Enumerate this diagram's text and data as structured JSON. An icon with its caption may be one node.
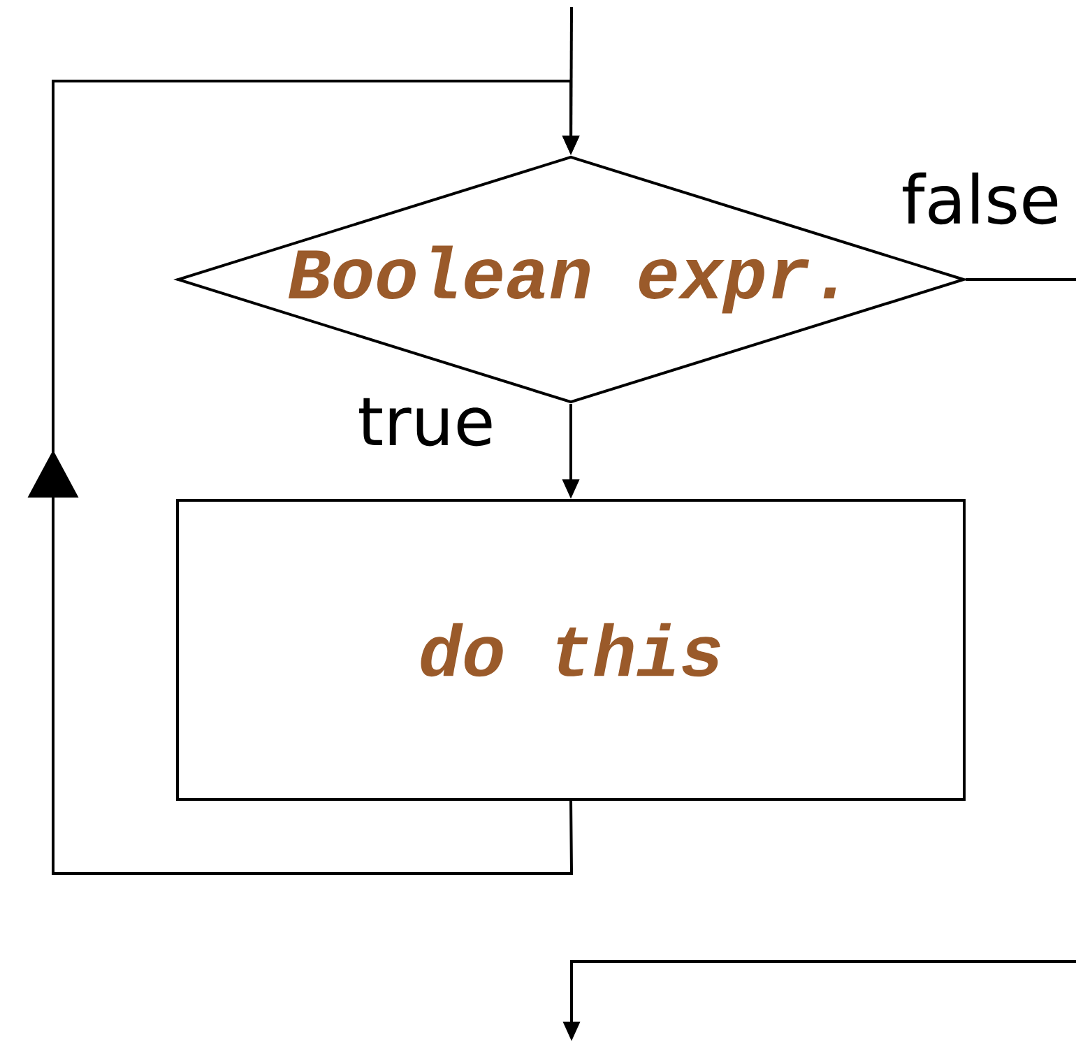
{
  "diagram": {
    "nodes": [
      {
        "text": [
          "Boolean expr."
        ]
      },
      {
        "text": [
          "do this"
        ]
      }
    ],
    "edges": [
      {
        "from": null,
        "to": 0,
        "arrow": "to"
      },
      {
        "from": 0,
        "to": 1,
        "arrow": "to",
        "label": "true"
      },
      {
        "from": 1,
        "to": 0,
        "arrow": "to"
      },
      {
        "from": 0,
        "to": null,
        "arrow": "none",
        "label": "false"
      }
    ]
  }
}
